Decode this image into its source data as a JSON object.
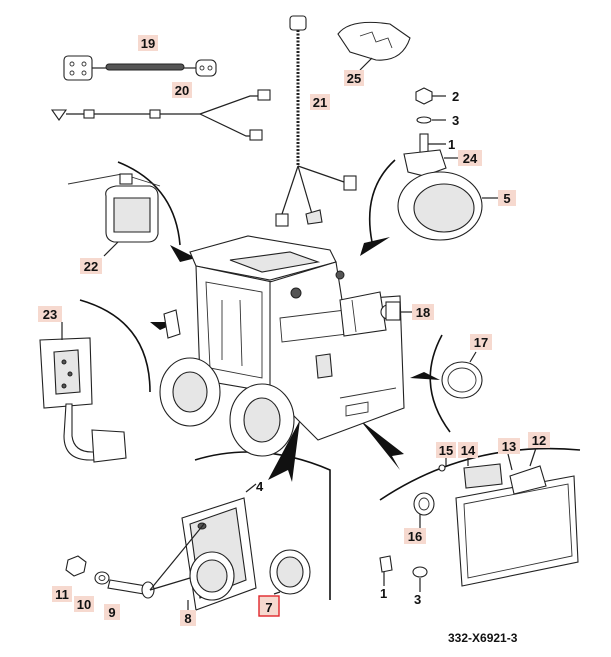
{
  "diagram": {
    "reference": "332-X6921-3",
    "highlight_color": "#e0262b",
    "tag_color": "#f6d9cf",
    "highlighted_part": "7",
    "labels": {
      "p1_top": "1",
      "p2": "2",
      "p3_top": "3",
      "p4": "4",
      "p5": "5",
      "p7": "7",
      "p8": "8",
      "p9": "9",
      "p10": "10",
      "p11": "11",
      "p12": "12",
      "p13": "13",
      "p14": "14",
      "p15": "15",
      "p16": "16",
      "p17": "17",
      "p18": "18",
      "p19": "19",
      "p20": "20",
      "p21": "21",
      "p22": "22",
      "p23": "23",
      "p24": "24",
      "p25": "25",
      "p1_bottom": "1",
      "p3_bottom": "3"
    }
  }
}
